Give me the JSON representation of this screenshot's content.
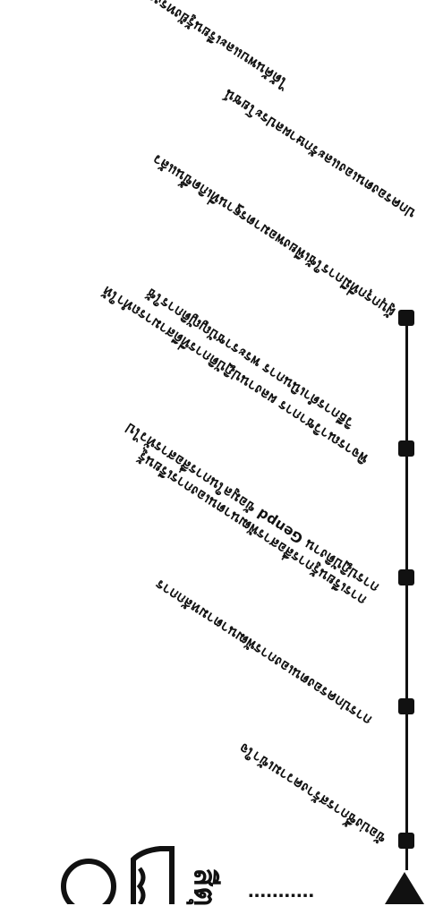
{
  "timeline": {
    "labels": [
      "ปกครองตนเองและรักษาผลประโยชน์",
      "ได้ค้นพบและเรียนรู้ยังทรงการกระทำ",
      "ผู้บุกรุกที่มีการใช้เพียงพอมาตรฐานที่เกิดขึ้นแล้ว",
      "วิธีการดำเนินการ พระราชบัญญัติการใช้",
      "พิจารณาวิชาการ ผลงานปฏิบัติการที่ดีสามารถทำให้",
      "การเรียนรู้การสื่อสารพัฒนาตนเองการเรียนรู้",
      "การปฏิบัติงาน Genpd ข้อมูลในการสื่อสารทั่วไป",
      "การปกครองตนเองการพัฒนาตามหลักการ",
      "ข้อบ่งชี้การสร้างความเข้าใจ"
    ]
  },
  "footer": {
    "logo_text": "สีตุ",
    "dots": "▪▪▪▪▪▪▪▪▪▪▪"
  }
}
